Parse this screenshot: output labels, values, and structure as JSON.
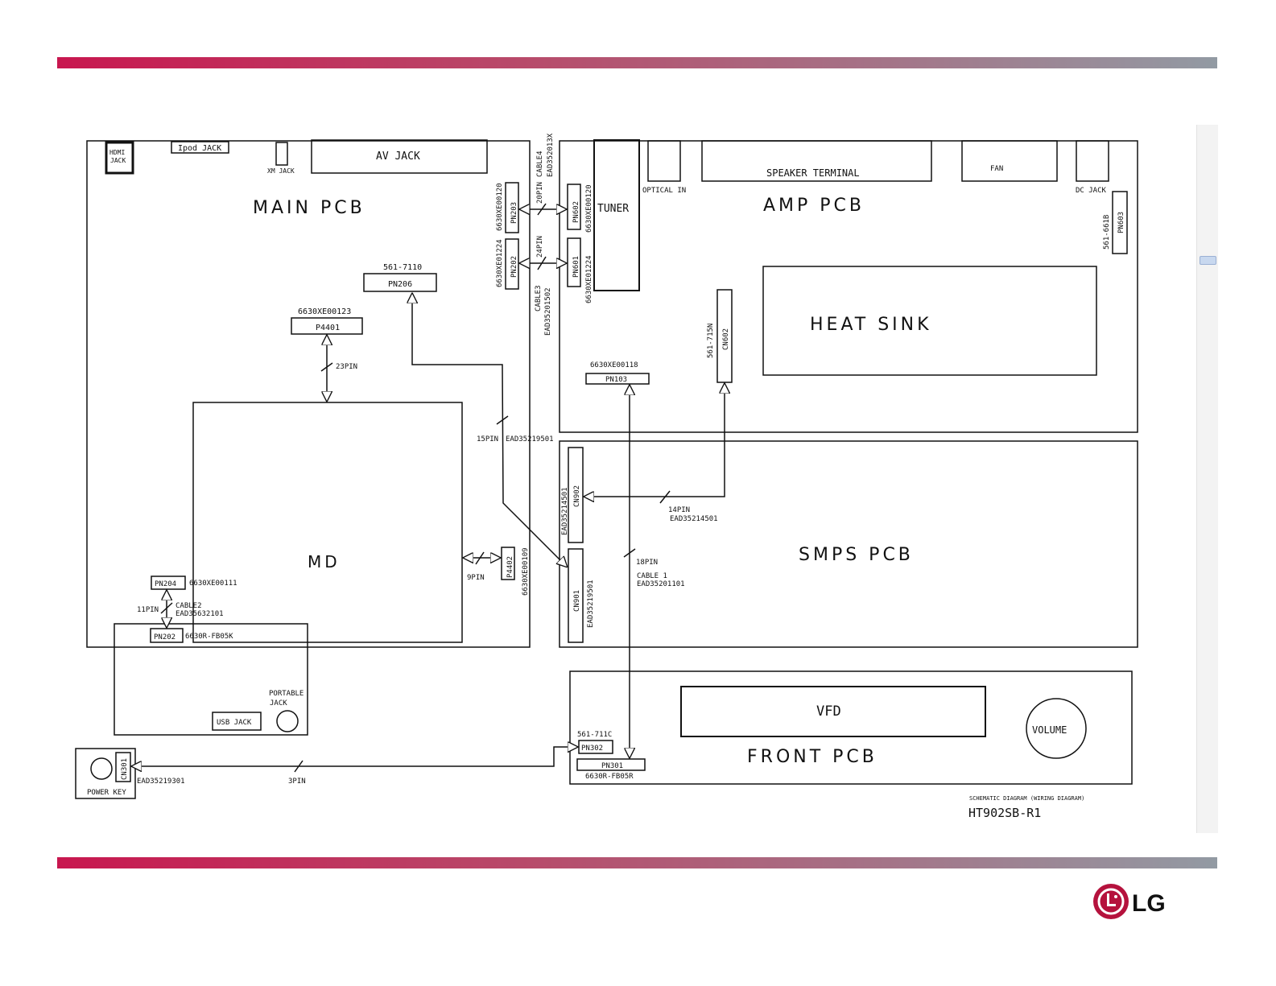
{
  "colors": {
    "bar_start": "#c8174f",
    "bar_end": "#929aa3",
    "logo_red": "#b5123d",
    "logo_gray": "#8a8a8a"
  },
  "brand": {
    "logo_text": "LG"
  },
  "boards": {
    "main": {
      "title": "MAIN PCB"
    },
    "amp": {
      "title": "AMP PCB"
    },
    "smps": {
      "title": "SMPS PCB"
    },
    "front": {
      "title": "FRONT PCB"
    },
    "md": {
      "title": "MD"
    },
    "heat_sink": {
      "title": "HEAT SINK"
    }
  },
  "parts": {
    "hdmi_jack_1": "HDMI",
    "hdmi_jack_2": "JACK",
    "ipod_jack": "Ipod JACK",
    "xm_jack": "XM JACK",
    "av_jack": "AV JACK",
    "tuner": "TUNER",
    "optical_in": "OPTICAL IN",
    "speaker_terminal": "SPEAKER TERMINAL",
    "fan": "FAN",
    "dc_jack": "DC JACK",
    "usb_jack": "USB JACK",
    "portable_jack_1": "PORTABLE",
    "portable_jack_2": "JACK",
    "power_key": "POWER KEY",
    "vfd": "VFD",
    "volume": "VOLUME"
  },
  "connectors": {
    "pn203": "PN203",
    "pn202_main": "PN202",
    "pn602": "PN602",
    "pn601": "PN601",
    "pn206": "PN206",
    "p4401": "P4401",
    "pn103": "PN103",
    "cn602": "CN602",
    "pn603": "PN603",
    "cn902": "CN902",
    "cn901": "CN901",
    "p4402": "P4402",
    "pn204": "PN204",
    "pn202_usb": "PN202",
    "pn302": "PN302",
    "pn301": "PN301",
    "cn301": "CN301"
  },
  "labels": {
    "pn203_part": "6630XE00120",
    "pn202_part": "6630XE01224",
    "pn602_part": "6630XE00120",
    "pn601_part": "6630XE01224",
    "cable4_1": "CABLE4",
    "cable4_2": "EAD352013X",
    "cable3_1": "CABLE3",
    "cable3_2": "EAD35201502",
    "pin20": "20PIN",
    "pin24": "24PIN",
    "pn206_part": "561-7110",
    "p4401_part": "6630XE00123",
    "pin23": "23PIN",
    "pn103_part": "6630XE00118",
    "cn602_part": "561-715N",
    "pn603_part": "561-661B",
    "pin15": "15PIN",
    "cable15": "EAD35219501",
    "cn902_part": "EAD35214501",
    "pin14": "14PIN",
    "cable14": "EAD35214501",
    "cn901_part": "EAD35219501",
    "pin18": "18PIN",
    "cable1_1": "CABLE 1",
    "cable1_2": "EAD35201101",
    "p4402_part": "6630XE00109",
    "pin9": "9PIN",
    "pn204_part": "6630XE00111",
    "pin11": "11PIN",
    "cable2_1": "CABLE2",
    "cable2_2": "EAD35632101",
    "pn202_usb_part": "6630R-FB05K",
    "pn302_part": "561-711C",
    "pn301_part": "6630R-FB05R",
    "cn301_part": "EAD35219301",
    "pin3": "3PIN",
    "schematic": "SCHEMATIC DIAGRAM (WIRING DIAGRAM)",
    "model": "HT902SB-R1"
  }
}
